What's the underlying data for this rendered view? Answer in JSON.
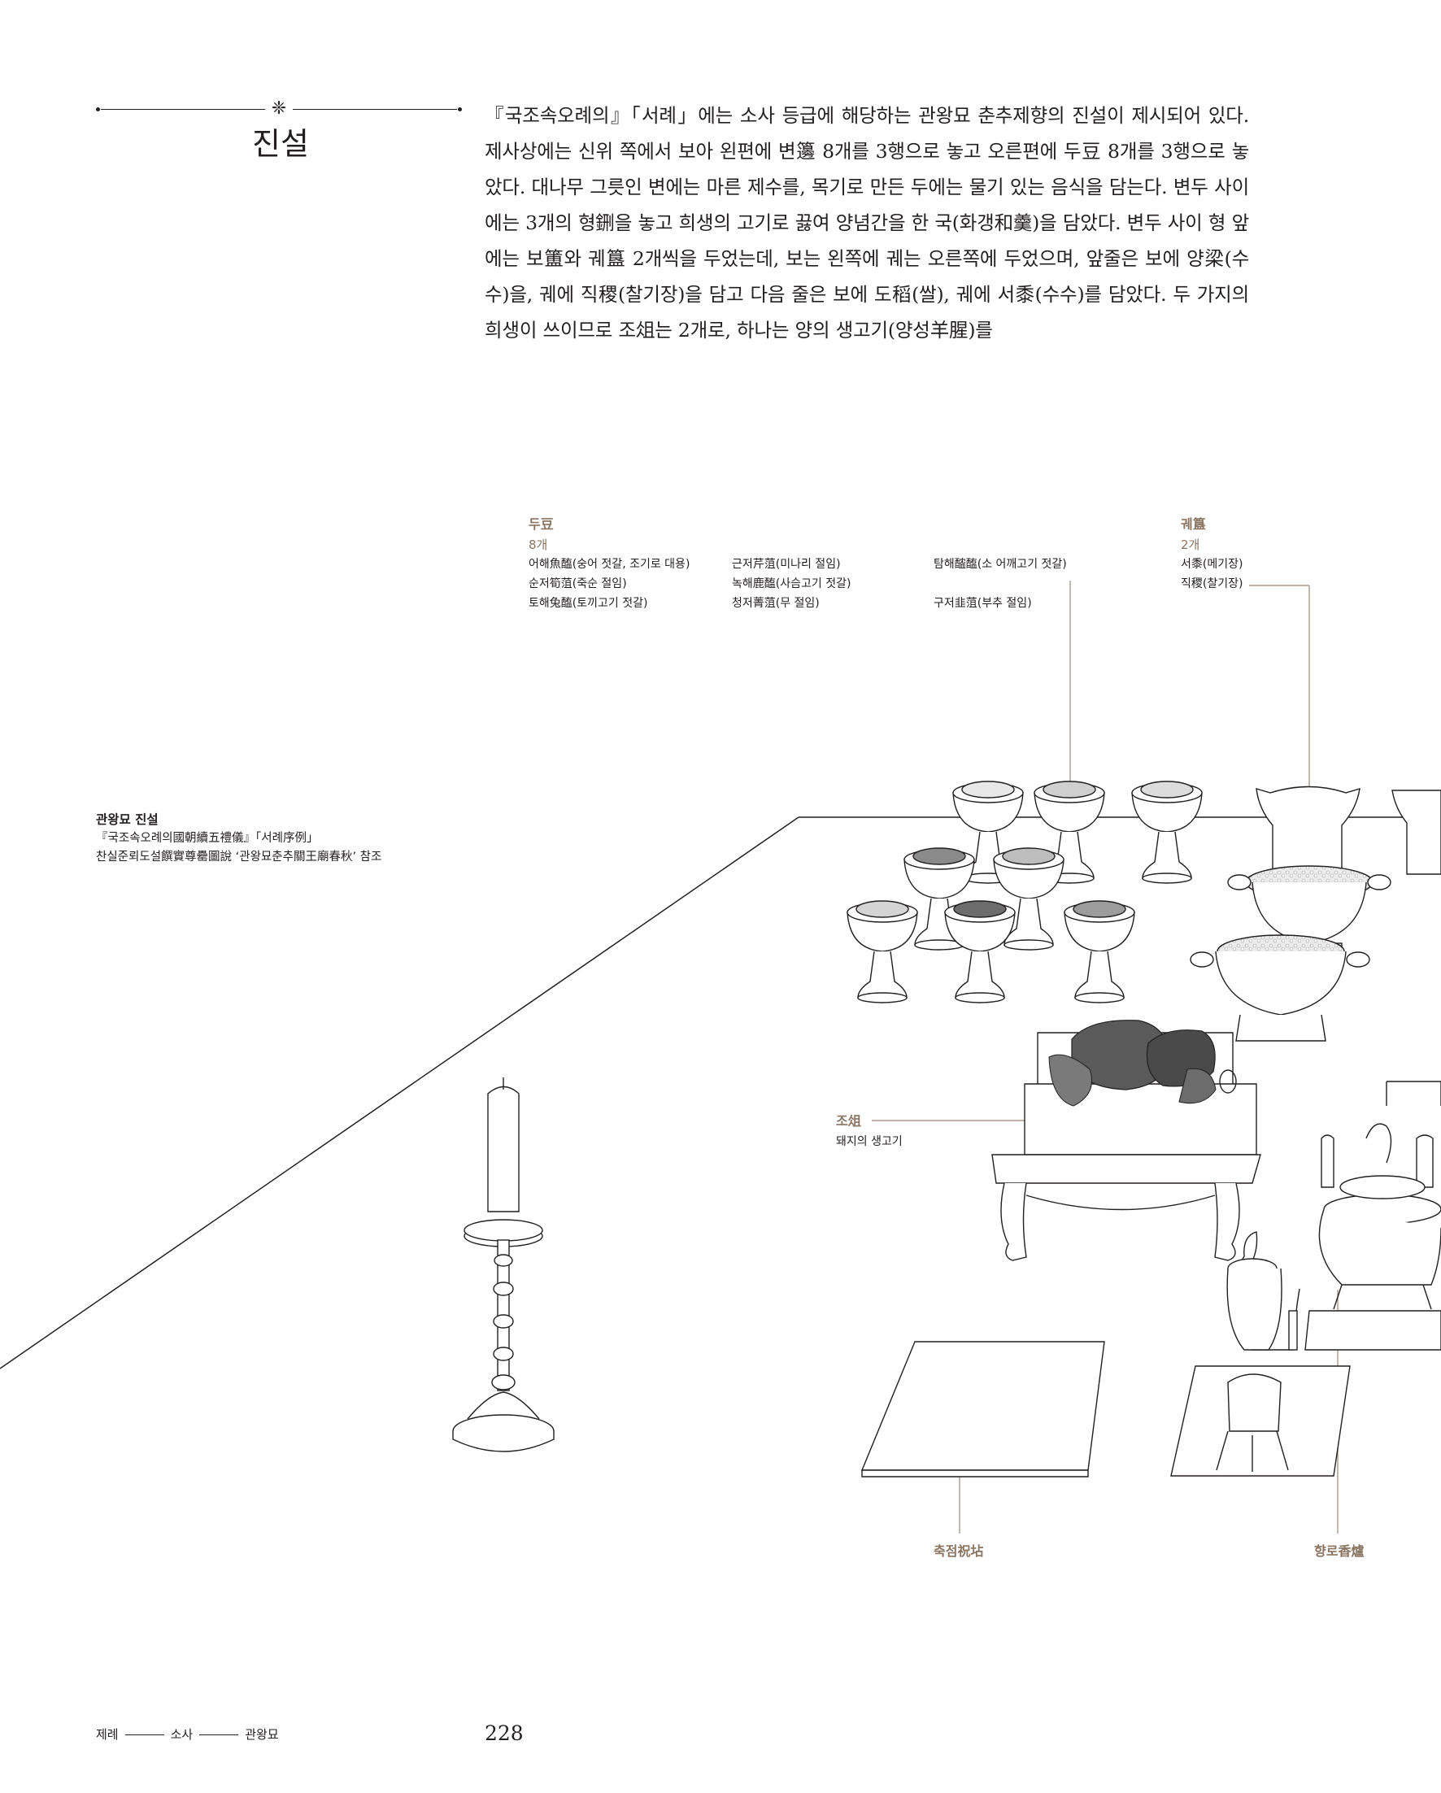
{
  "header": {
    "ornament": "❈",
    "section_title": "진설"
  },
  "body": {
    "paragraph": "『국조속오례의』「서례」에는 소사 등급에 해당하는 관왕묘 춘추제향의 진설이 제시되어 있다. 제사상에는 신위 쪽에서 보아 왼편에 변籩 8개를 3행으로 놓고 오른편에 두豆 8개를 3행으로 놓았다. 대나무 그릇인 변에는 마른 제수를, 목기로 만든 두에는 물기 있는 음식을 담는다. 변두 사이에는 3개의 형鉶을 놓고 희생의 고기로 끓여 양념간을 한 국(화갱和羹)을 담았다. 변두 사이 형 앞에는 보簠와 궤簋 2개씩을 두었는데, 보는 왼쪽에 궤는 오른쪽에 두었으며, 앞줄은 보에 양梁(수수)을, 궤에 직稷(찰기장)을 담고 다음 줄은 보에 도稻(쌀), 궤에 서黍(수수)를 담았다. 두 가지의 희생이 쓰이므로 조俎는 2개로, 하나는 양의 생고기(양성羊腥)를"
  },
  "caption": {
    "title": "관왕묘 진설",
    "line1": "『국조속오례의國朝續五禮儀』「서례序例」",
    "line2": "찬실준뢰도설饌實尊罍圖說 ‘관왕묘춘추關王廟春秋’ 참조"
  },
  "labels": {
    "du": {
      "title": "두豆",
      "count": "8개",
      "col1": [
        "어해魚醢(숭어 젓갈, 조기로 대용)",
        "순저筍菹(죽순 절임)",
        "토해兔醢(토끼고기 젓갈)"
      ],
      "col2": [
        "근저芹菹(미나리 절임)",
        "녹해鹿醢(사슴고기 젓갈)",
        "청저菁菹(무 절임)"
      ],
      "col3": [
        "탐해醓醢(소 어깨고기 젓갈)",
        "",
        "구저韭菹(부추 절임)"
      ]
    },
    "gwe": {
      "title": "궤簋",
      "count": "2개",
      "items": [
        "서黍(메기장)",
        "직稷(찰기장)"
      ]
    },
    "jo": {
      "title": "조俎",
      "desc": "돼지의 생고기"
    },
    "chukjeom": "축점祝坫",
    "hyangno": "향로香爐"
  },
  "footer": {
    "crumb1": "제례",
    "crumb2": "소사",
    "crumb3": "관왕묘",
    "page_number": "228"
  },
  "colors": {
    "text": "#231f20",
    "label_accent": "#8a7562",
    "leader_line": "#9a8878"
  }
}
